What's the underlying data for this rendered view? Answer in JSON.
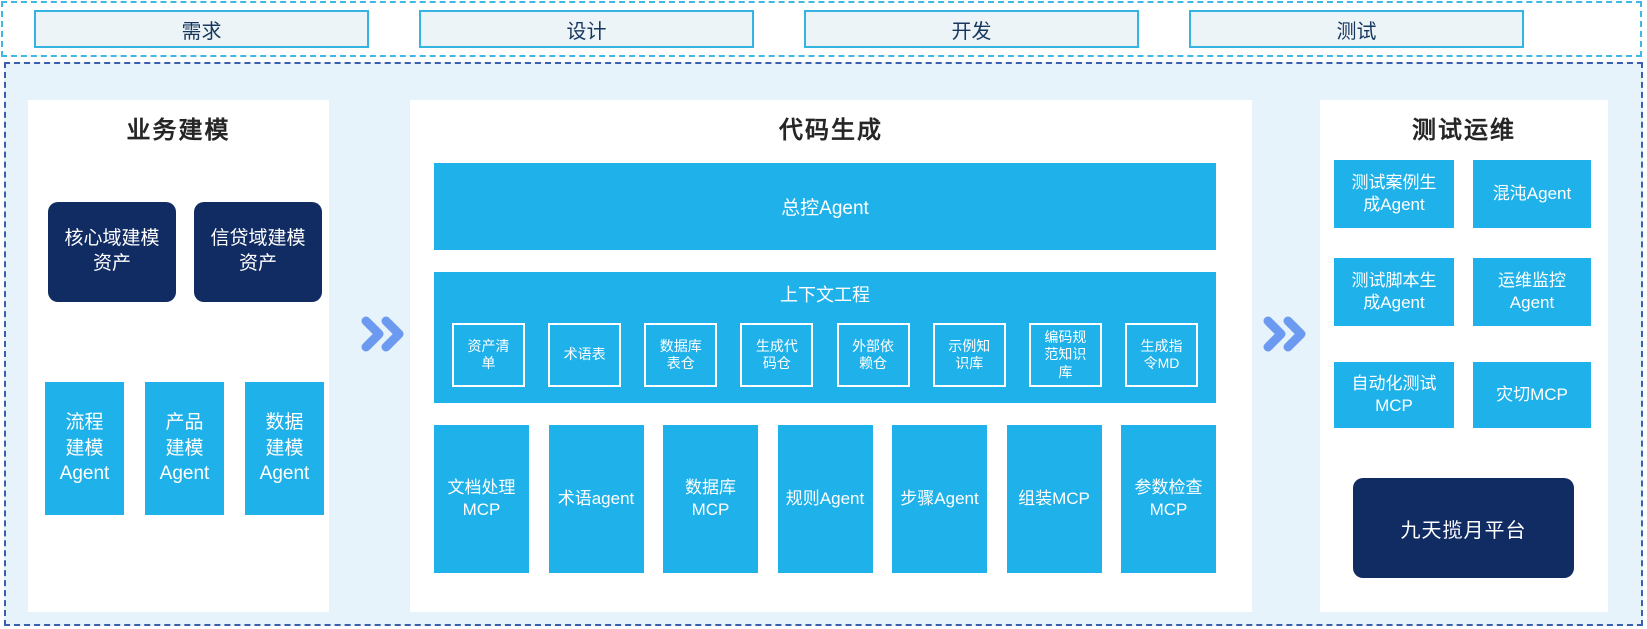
{
  "phases": [
    "需求",
    "设计",
    "开发",
    "测试"
  ],
  "colors": {
    "cyan_box": "#1fb1e9",
    "navy_box": "#112b63",
    "page_bg": "#e7f3fb",
    "chevron": "#6d9af1",
    "phase_border": "#35b4e2",
    "main_border": "#3b5fae",
    "strip_border": "#3fb8e5"
  },
  "left_panel": {
    "title": "业务建模",
    "dark_boxes": [
      "核心域建模\n资产",
      "信贷域建模\n资产"
    ],
    "agent_boxes": [
      "流程\n建模\nAgent",
      "产品\n建模\nAgent",
      "数据\n建模\nAgent"
    ]
  },
  "middle_panel": {
    "title": "代码生成",
    "master_bar": "总控Agent",
    "context_section": {
      "title": "上下文工程",
      "items": [
        "资产清\n单",
        "术语表",
        "数据库\n表仓",
        "生成代\n码仓",
        "外部依\n赖仓",
        "示例知\n识库",
        "编码规\n范知识\n库",
        "生成指\n令MD"
      ]
    },
    "bottom_row": [
      "文档处理\nMCP",
      "术语agent",
      "数据库\nMCP",
      "规则Agent",
      "步骤Agent",
      "组装MCP",
      "参数检查\nMCP"
    ]
  },
  "right_panel": {
    "title": "测试运维",
    "boxes": [
      "测试案例生\n成Agent",
      "混沌Agent",
      "测试脚本生\n成Agent",
      "运维监控\nAgent",
      "自动化测试\nMCP",
      "灾切MCP"
    ],
    "platform_box": "九天揽月平台"
  }
}
